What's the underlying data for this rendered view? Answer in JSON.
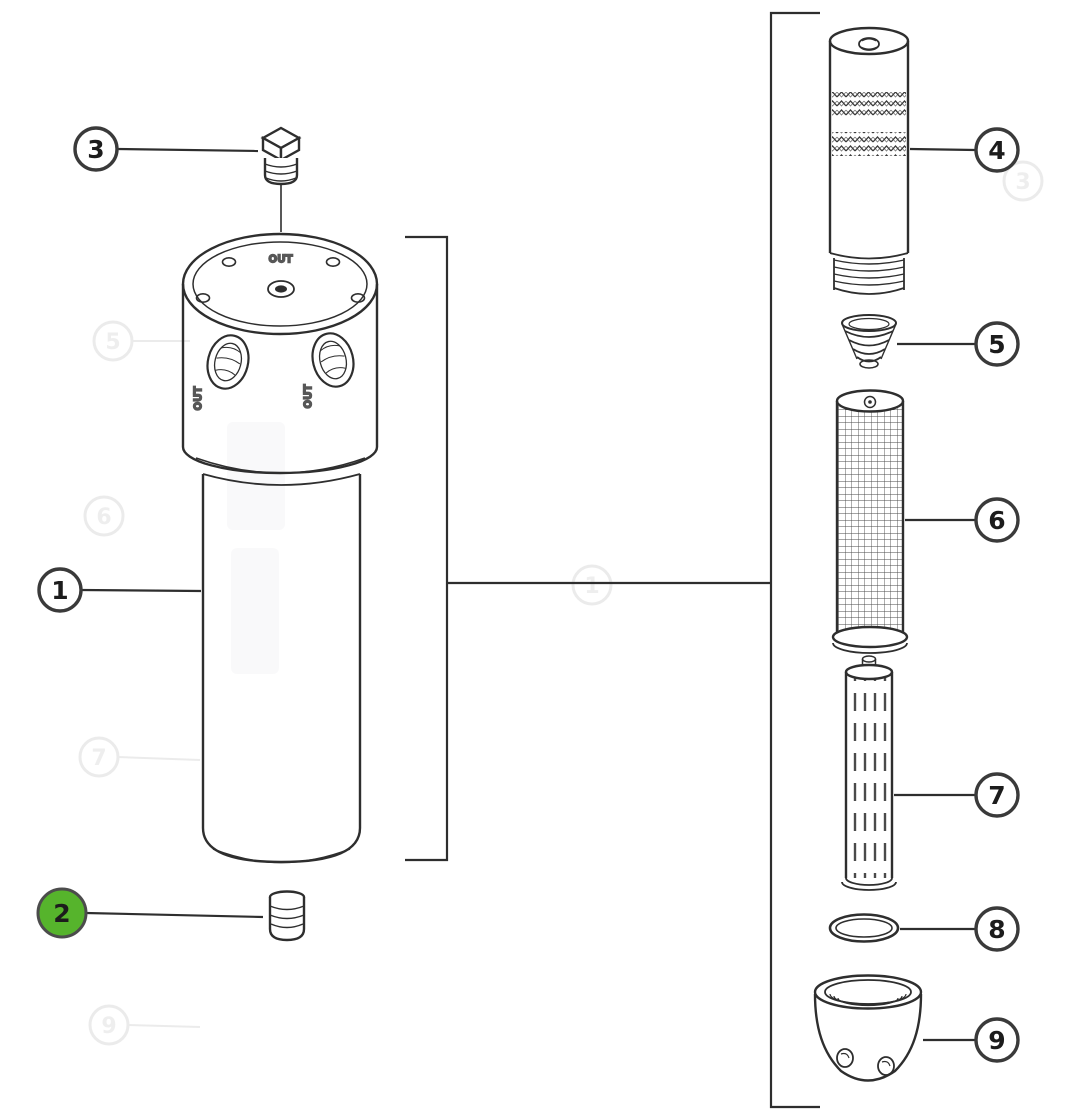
{
  "diagram": {
    "line_color": "#2e2e2e",
    "highlight_color": "#56b42c",
    "callouts": [
      {
        "label": "1",
        "highlighted": false
      },
      {
        "label": "2",
        "highlighted": true
      },
      {
        "label": "3",
        "highlighted": false
      },
      {
        "label": "4",
        "highlighted": false
      },
      {
        "label": "5",
        "highlighted": false
      },
      {
        "label": "6",
        "highlighted": false
      },
      {
        "label": "7",
        "highlighted": false
      },
      {
        "label": "8",
        "highlighted": false
      },
      {
        "label": "9",
        "highlighted": false
      }
    ],
    "labels": {
      "out_top": "OUT",
      "out_left": "OUT",
      "out_right": "OUT"
    },
    "ghost_labels": [
      "5",
      "6",
      "7",
      "9",
      "1",
      "3"
    ]
  }
}
